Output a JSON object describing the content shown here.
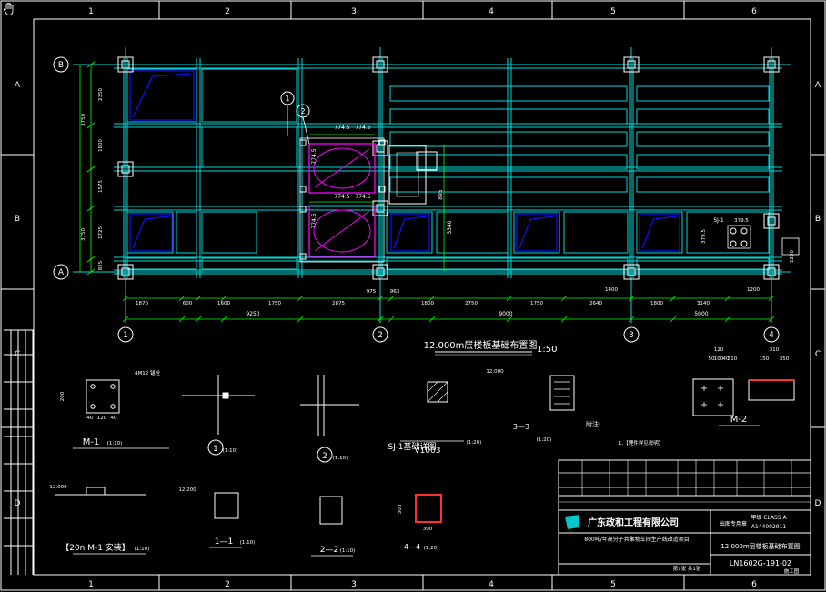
{
  "toolbar": {
    "hand_icon": "pan-hand-icon"
  },
  "grid": {
    "columns_top": [
      "1",
      "2",
      "3",
      "4",
      "5",
      "6"
    ],
    "columns_bottom": [
      "1",
      "2",
      "3",
      "4",
      "5",
      "6"
    ],
    "rows_left": [
      "A",
      "B",
      "C",
      "D"
    ],
    "rows_right": [
      "A",
      "B",
      "C",
      "D"
    ]
  },
  "plan": {
    "axis_top": "B",
    "axis_bottom": "A",
    "axis_numbers": [
      "1",
      "2",
      "3",
      "4"
    ],
    "dims_row1": [
      "1870",
      "600",
      "1600",
      "1750",
      "2875",
      "975",
      "963",
      "1800",
      "2750",
      "1750",
      "2640",
      "1800",
      "3140",
      "1400",
      "1200"
    ],
    "dims_total": [
      "9250",
      "9000",
      "5000"
    ],
    "dims_left": [
      "2350",
      "1800",
      "1575",
      "1725",
      "825",
      "3750",
      "3750"
    ],
    "callouts": [
      "1",
      "2"
    ],
    "detail_dims": [
      "774.5",
      "774.5",
      "774.5",
      "774.5",
      "774.5",
      "774.5"
    ],
    "dim_3340": "3340",
    "dim_895": "895",
    "title": "12.000m层楼板基础布置图",
    "scale": "1:50",
    "sj_label": "SJ-1",
    "sj_dims": [
      "379.5",
      "379.5",
      "1200"
    ]
  },
  "details": {
    "m1_title": "M-1",
    "m1_scale": "(1:10)",
    "m1_note": "4M12 锚栓",
    "m1_dims": [
      "200",
      "40",
      "120",
      "40"
    ],
    "c1_label": "1",
    "c1_scale": "(1:10)",
    "c2_label": "2",
    "c2_scale": "(1:10)",
    "sj1_label": "SJ-1基础详图",
    "sj1_scale": "(1:20)",
    "sj1_code": "V1003",
    "m2_label": "M-2",
    "m2_dims": [
      "120",
      "50",
      "100",
      "40",
      "310",
      "150",
      "350"
    ],
    "s33_label": "3—3",
    "s33_scale": "(1:20)",
    "notes_title": "附注:",
    "notes_item": "1.【埋件详见说明】",
    "lev_12000": "12.000",
    "lev_12200": "12.200",
    "m1_install": "【20n M-1 安装】",
    "m1_install_scale": "(1:10)",
    "s11_label": "1—1",
    "s11_scale": "(1:10)",
    "s22_label": "2—2",
    "s22_scale": "(1:10)",
    "s44_label": "4—4",
    "s44_scale": "(1:20)",
    "s44_dims": [
      "300",
      "300"
    ]
  },
  "titleblock": {
    "company": "广东政和工程有限公司",
    "project_line": "800吨/年高分子共聚物车间生产线改造项目",
    "drawing_name": "12.000m层楼板基础布置图",
    "grade": "甲级 CLASS A",
    "cert_no": "A144002911",
    "drawing_no": "LN1602G-191-02",
    "stamp_label": "出图专用章",
    "sheet": "第1张 共1张",
    "phase": "施工图"
  },
  "colors": {
    "background": "#000000",
    "frame": "#ffffff",
    "grid_line": "#00d9d9",
    "steel": "#00d9d9",
    "plate": "#1010ff",
    "detail": "#ff00ff",
    "dim": "#00ff00",
    "text": "#ffffff",
    "accent_red": "#ff3030",
    "logo": "#00c8c8"
  }
}
